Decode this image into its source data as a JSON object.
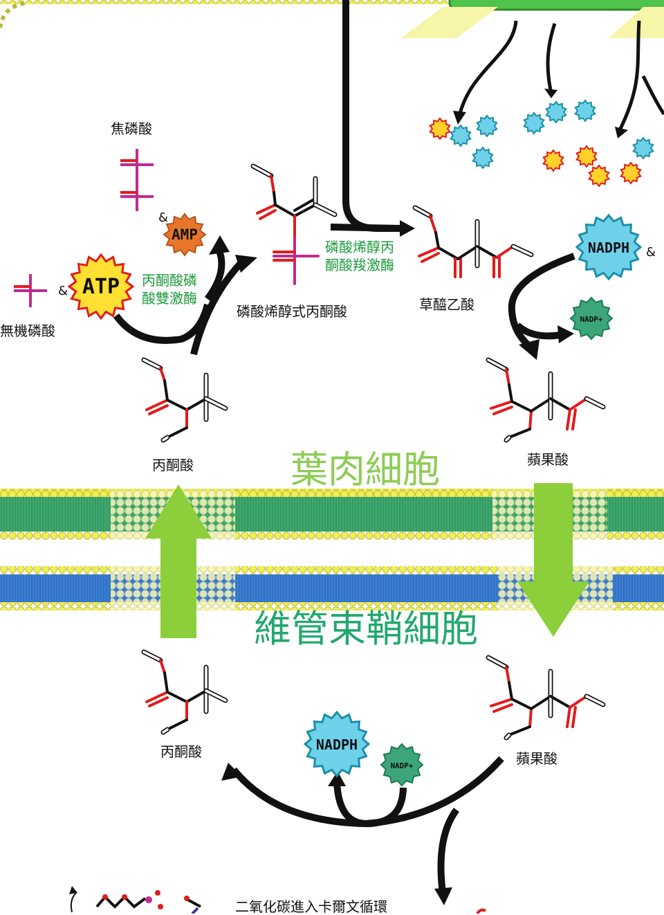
{
  "title_mesophyll": "葉肉細胞",
  "title_bundle_sheath": "維管束鞘細胞",
  "molecules": {
    "pyrophosphate": "焦磷酸",
    "inorganic_phosphate": "無機磷酸",
    "pep": "磷酸烯醇式丙酮酸",
    "oxaloacetate": "草醯乙酸",
    "pyruvate_top": "丙酮酸",
    "malate_top": "蘋果酸",
    "pyruvate_bottom": "丙酮酸",
    "malate_bottom": "蘋果酸",
    "co2_calvin": "二氧化碳進入卡爾文循環"
  },
  "enzymes": {
    "ppdk_line1": "丙酮酸磷",
    "ppdk_line2": "酸雙激酶",
    "pepc_line1": "磷酸烯醇丙",
    "pepc_line2": "酮酸羧激酶"
  },
  "cofactors": {
    "atp": "ATP",
    "amp": "AMP",
    "nadph_top": "NADPH",
    "nadp_top": "NADP+",
    "nadph_bottom": "NADPH",
    "nadp_bottom": "NADP+"
  },
  "ampersand": "&",
  "colors": {
    "membrane_green": "#3daa6e",
    "membrane_blue": "#3a7fd5",
    "head_yellow": "#f1ee5a",
    "arrow_green": "#8ccf3a",
    "atp_yellow": "#ffe033",
    "amp_orange": "#e8762a",
    "nadph_blue": "#6fd0ea",
    "nadp_green": "#3da57a",
    "oxygen_red": "#e21b1b",
    "phosphate_magenta": "#c22a8e"
  }
}
